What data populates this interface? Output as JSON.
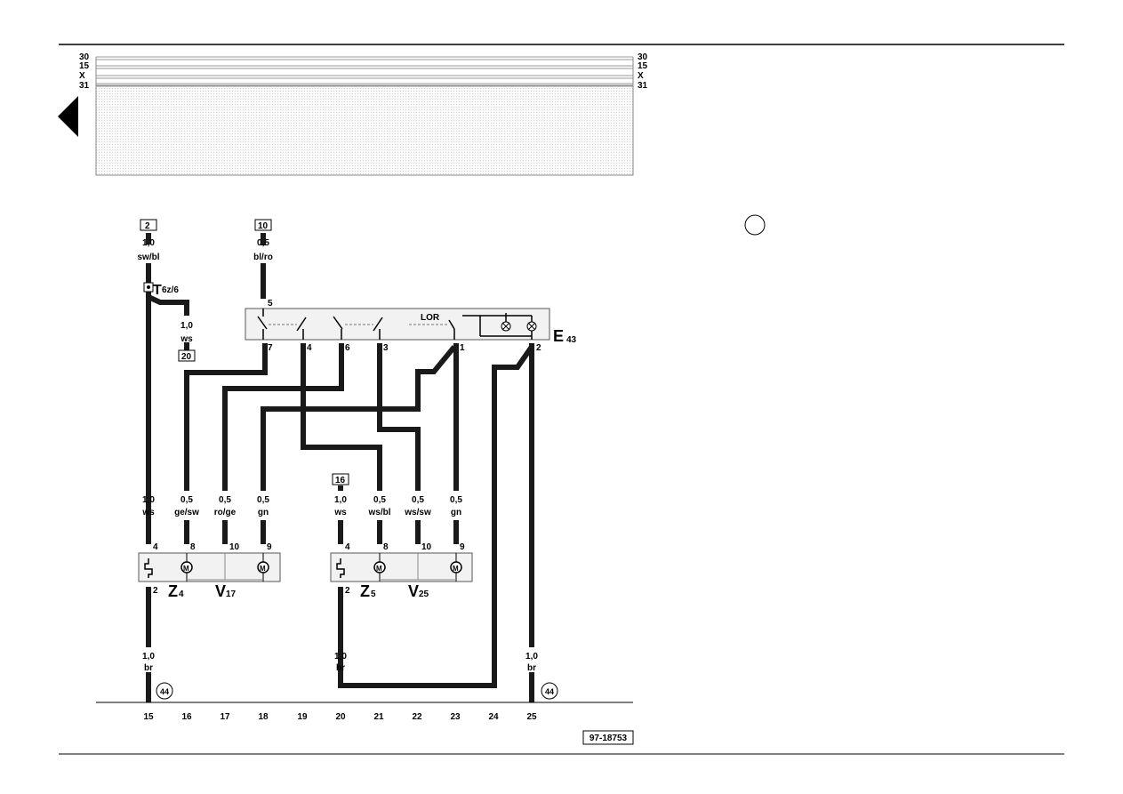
{
  "rails": {
    "labels": [
      "30",
      "15",
      "X",
      "31"
    ]
  },
  "wires": {
    "top_left": {
      "conn": "2",
      "cross": "1,0",
      "color": "sw/bl"
    },
    "top_mid": {
      "conn": "10",
      "cross": "0,5",
      "color": "bl/ro"
    },
    "branch": {
      "cross": "1,0",
      "color": "ws",
      "conn": "20"
    },
    "z4_group": [
      {
        "cross": "1,0",
        "color": "ws"
      },
      {
        "cross": "0,5",
        "color": "ge/sw"
      },
      {
        "cross": "0,5",
        "color": "ro/ge"
      },
      {
        "cross": "0,5",
        "color": "gn"
      }
    ],
    "z5_group": [
      {
        "cross": "1,0",
        "color": "ws"
      },
      {
        "cross": "0,5",
        "color": "ws/bl"
      },
      {
        "cross": "0,5",
        "color": "ws/sw"
      },
      {
        "cross": "0,5",
        "color": "gn"
      }
    ],
    "z5_conn": "16",
    "bottom": [
      {
        "cross": "1,0",
        "color": "br"
      },
      {
        "cross": "1,0",
        "color": "br"
      },
      {
        "cross": "1,0",
        "color": "br"
      }
    ]
  },
  "connector": {
    "main": "T",
    "sub": "6z/6"
  },
  "switch": {
    "name": "E",
    "sub": "43",
    "lor": "LOR",
    "pins_top": [
      "5"
    ],
    "pins_bottom": [
      "7",
      "4",
      "6",
      "3",
      "1",
      "2"
    ]
  },
  "z4_pins": {
    "top": [
      "4",
      "8",
      "10",
      "9"
    ],
    "bottom": "2"
  },
  "z5_pins": {
    "top": [
      "4",
      "8",
      "10",
      "9"
    ],
    "bottom": "2"
  },
  "components": {
    "z4": {
      "name": "Z",
      "sub": "4"
    },
    "v17": {
      "name": "V",
      "sub": "17"
    },
    "z5": {
      "name": "Z",
      "sub": "5"
    },
    "v25": {
      "name": "V",
      "sub": "25"
    },
    "motor_symbol": "M"
  },
  "ground": {
    "label": "44"
  },
  "tracks": [
    "15",
    "16",
    "17",
    "18",
    "19",
    "20",
    "21",
    "22",
    "23",
    "24",
    "25"
  ],
  "diagram_id": "97-18753"
}
